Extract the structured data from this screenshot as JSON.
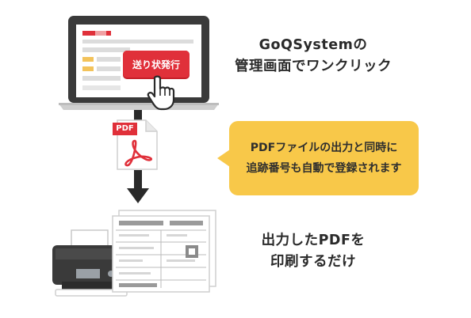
{
  "laptop": {
    "button_label": "送り状発行",
    "colors": {
      "screen_frame": "#3a3a3a",
      "button": "#e0303a",
      "base": "#cfcfcf"
    }
  },
  "caption_top": {
    "line1": "GoQSystemの",
    "line2": "管理画面でワンクリック"
  },
  "pdf_icon": {
    "tag": "PDF",
    "tag_color": "#e0303a"
  },
  "bubble": {
    "line1": "PDFファイルの出力と同時に",
    "line2": "追跡番号も自動で登録されます",
    "color": "#f8c849"
  },
  "caption_bottom": {
    "line1": "出力したPDFを",
    "line2": "印刷するだけ"
  },
  "icons": [
    "laptop-icon",
    "cursor-hand-icon",
    "pdf-file-icon",
    "arrow-down-icon",
    "printer-icon",
    "shipping-label-icon"
  ]
}
